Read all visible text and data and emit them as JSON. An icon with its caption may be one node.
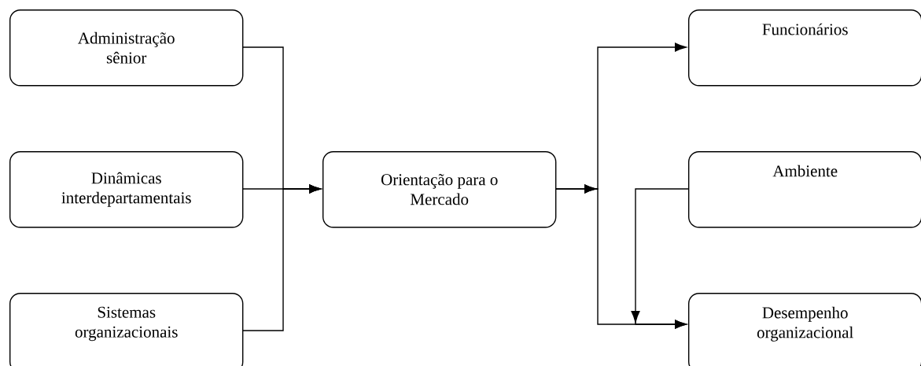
{
  "diagram": {
    "nodes": [
      {
        "text": [
          "Administração sênior"
        ]
      },
      {
        "text": [
          "Dinâmicas interdepartamentais"
        ]
      },
      {
        "text": [
          "Sistemas organizacionais"
        ]
      },
      {
        "text": [
          "Orientação para o Mercado"
        ]
      },
      {
        "text": [
          "Funcionários"
        ]
      },
      {
        "text": [
          "Ambiente"
        ]
      },
      {
        "text": [
          "Desempenho organizacional"
        ]
      }
    ],
    "edges": [
      {
        "from": 0,
        "to": 3,
        "arrow": "to"
      },
      {
        "from": 1,
        "to": 3,
        "arrow": "to"
      },
      {
        "from": 2,
        "to": 3,
        "arrow": "to"
      },
      {
        "from": 3,
        "to": 4,
        "arrow": "to"
      },
      {
        "from": 3,
        "to": 6,
        "arrow": "to"
      },
      {
        "from": 5,
        "to": 6,
        "arrow": "to"
      }
    ]
  }
}
